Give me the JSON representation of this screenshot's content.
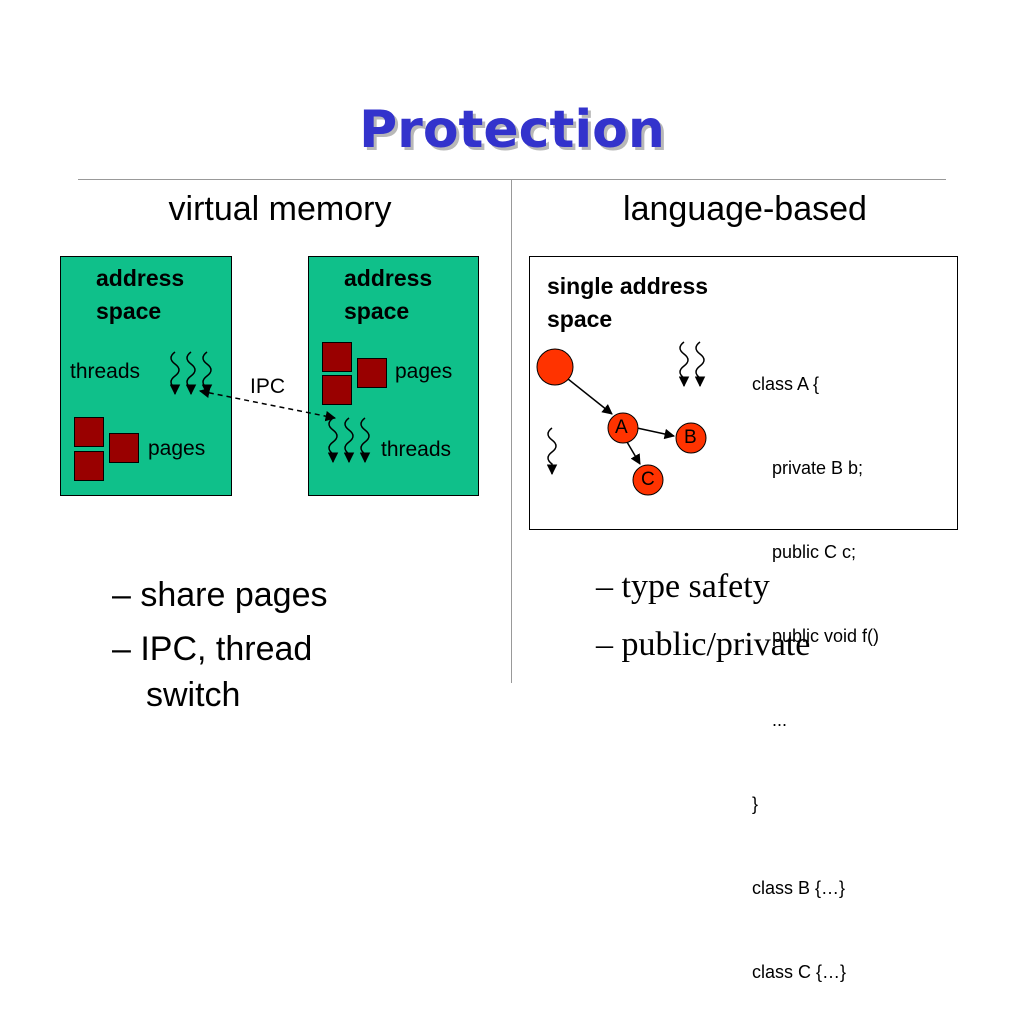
{
  "slide": {
    "title": "Protection",
    "left_heading": "virtual memory",
    "right_heading": "language-based"
  },
  "vm": {
    "box1": {
      "title_line1": "address",
      "title_line2": "space",
      "threads": "threads",
      "pages": "pages"
    },
    "box2": {
      "title_line1": "address",
      "title_line2": "space",
      "pages": "pages",
      "threads": "threads"
    },
    "ipc_label": "IPC"
  },
  "lang": {
    "title_line1": "single address",
    "title_line2": "space",
    "nodes": {
      "a": "A",
      "b": "B",
      "c": "C"
    },
    "code": [
      "class A {",
      "    private B b;",
      "    public C c;",
      "    public void f()",
      "    ...",
      "}",
      "class B {…}",
      "class C {…}"
    ]
  },
  "bullets": {
    "left": [
      "– share pages",
      "– IPC, thread",
      "switch"
    ],
    "right": [
      "– type safety",
      "– public/private"
    ]
  },
  "colors": {
    "title": "#3333cc",
    "box_fill": "#0fc08a",
    "page_fill": "#990000",
    "node_fill": "#ff3300"
  }
}
